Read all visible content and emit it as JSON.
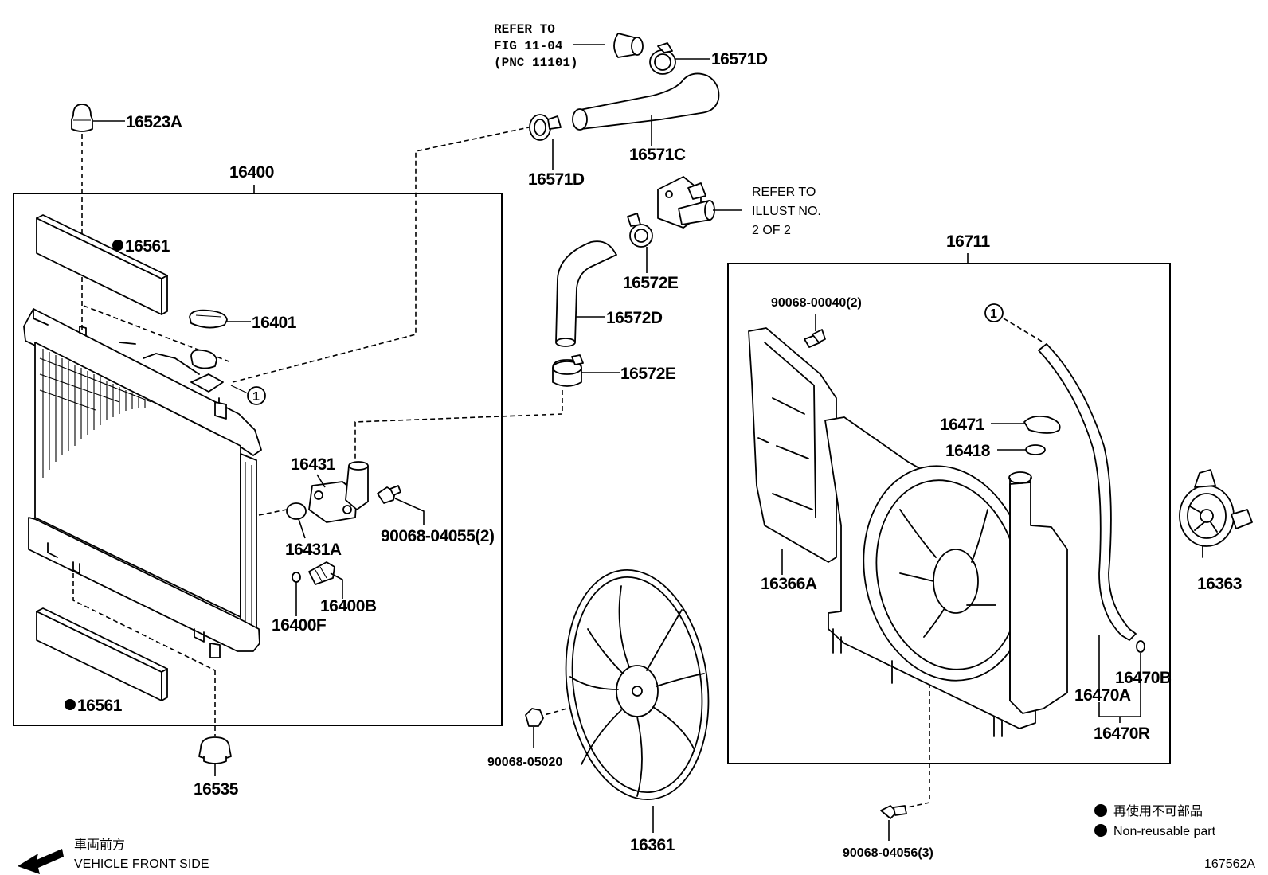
{
  "refs": {
    "fig_refer_to": "REFER TO",
    "fig_number": "FIG 11-04",
    "fig_pnc": "(PNC 11101)",
    "illust_refer_to": "REFER TO",
    "illust_number": "ILLUST NO.",
    "illust_sheet": "2 OF 2"
  },
  "labels": {
    "p16523A": "16523A",
    "p16400": "16400",
    "p16561_top": "16561",
    "p16401": "16401",
    "p16431": "16431",
    "p16431A": "16431A",
    "p90068_04055": "90068-04055(2)",
    "p16400B": "16400B",
    "p16400F": "16400F",
    "p16561_bottom": "16561",
    "p16535": "16535",
    "p16571D_top": "16571D",
    "p16571C": "16571C",
    "p16571D_mid": "16571D",
    "p16572E_top": "16572E",
    "p16572D": "16572D",
    "p16572E_bottom": "16572E",
    "p90068_05020": "90068-05020",
    "p16361": "16361",
    "p16711": "16711",
    "p90068_00040": "90068-00040(2)",
    "p16471": "16471",
    "p16418": "16418",
    "p16366A": "16366A",
    "p16470B": "16470B",
    "p16470A": "16470A",
    "p16470R": "16470R",
    "p16363": "16363",
    "p90068_04056": "90068-04056(3)",
    "circle_ref_left": "1",
    "circle_ref_right": "1"
  },
  "legend": {
    "non_reusable_jp": "再使用不可部品",
    "non_reusable_en": "Non-reusable part"
  },
  "footer": {
    "front_jp": "車両前方",
    "front_en": "VEHICLE FRONT SIDE",
    "illustration_id": "167562A"
  }
}
